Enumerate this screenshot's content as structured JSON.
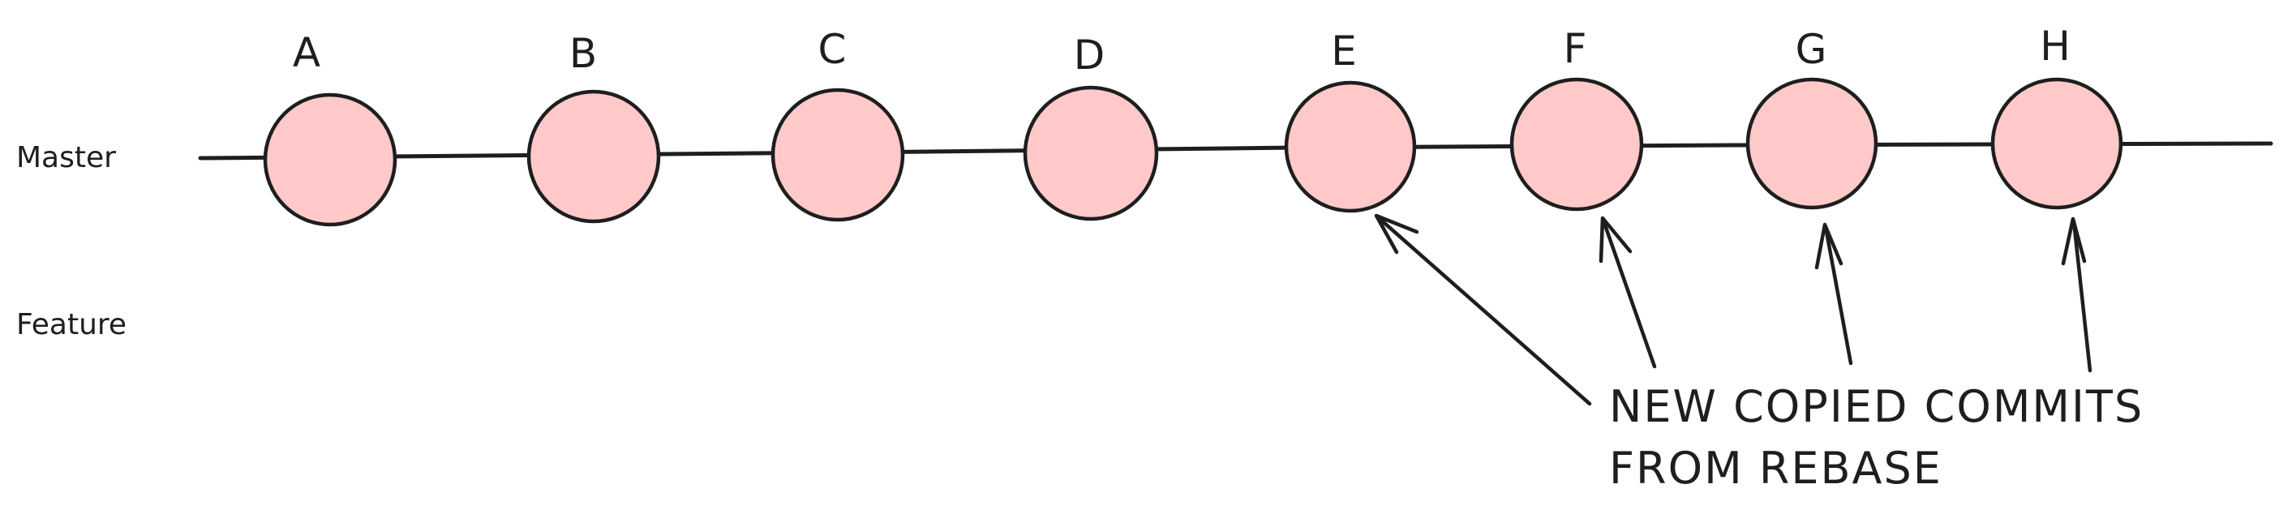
{
  "branches": {
    "master_label": "Master",
    "feature_label": "Feature"
  },
  "commits": [
    {
      "letter": "A"
    },
    {
      "letter": "B"
    },
    {
      "letter": "C"
    },
    {
      "letter": "D"
    },
    {
      "letter": "E"
    },
    {
      "letter": "F"
    },
    {
      "letter": "G"
    },
    {
      "letter": "H"
    }
  ],
  "annotation": {
    "line1": "NEW COPIED COMMITS",
    "line2": "FROM REBASE"
  },
  "colors": {
    "commit_fill": "#ffc9c9",
    "stroke": "#1e1e1e",
    "background": "#ffffff"
  }
}
